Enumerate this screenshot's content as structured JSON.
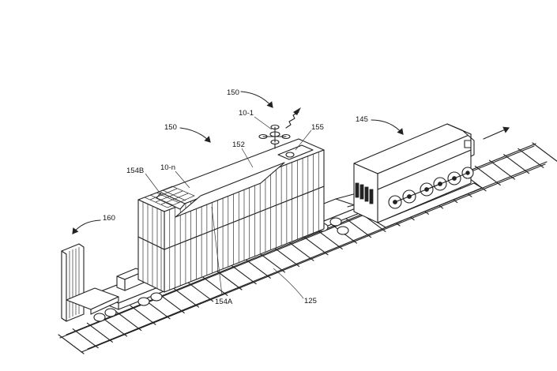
{
  "labels": {
    "n150_top": "150",
    "n150_left": "150",
    "n10_1": "10-1",
    "n155": "155",
    "n145": "145",
    "n152": "152",
    "n154B": "154B",
    "n10_n": "10-n",
    "n160": "160",
    "n154A": "154A",
    "n125": "125"
  }
}
